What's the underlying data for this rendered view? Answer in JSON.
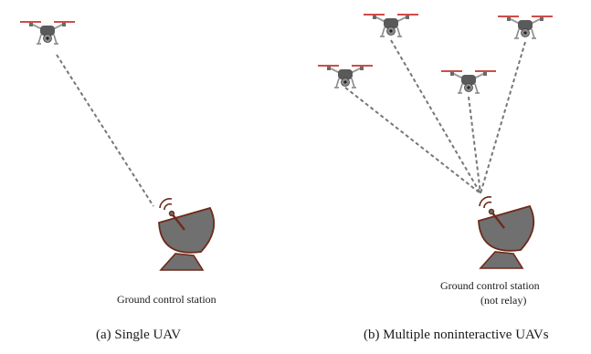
{
  "panels": [
    {
      "caption": "(a)  Single UAV",
      "station_label": "Ground control  station"
    },
    {
      "caption": "(b)  Multiple noninteractive UAVs",
      "station_label_line1": "Ground control station",
      "station_label_line2": "(not relay)"
    }
  ],
  "colors": {
    "drone_body": "#5a5a5a",
    "drone_arm": "#9a9a9a",
    "propeller": "#c8322f",
    "dish_fill": "#707070",
    "dish_outline": "#6e2a1a",
    "link_line": "#777777"
  },
  "icons": {
    "drone": "quadcopter-drone-icon",
    "station": "satellite-dish-icon"
  }
}
